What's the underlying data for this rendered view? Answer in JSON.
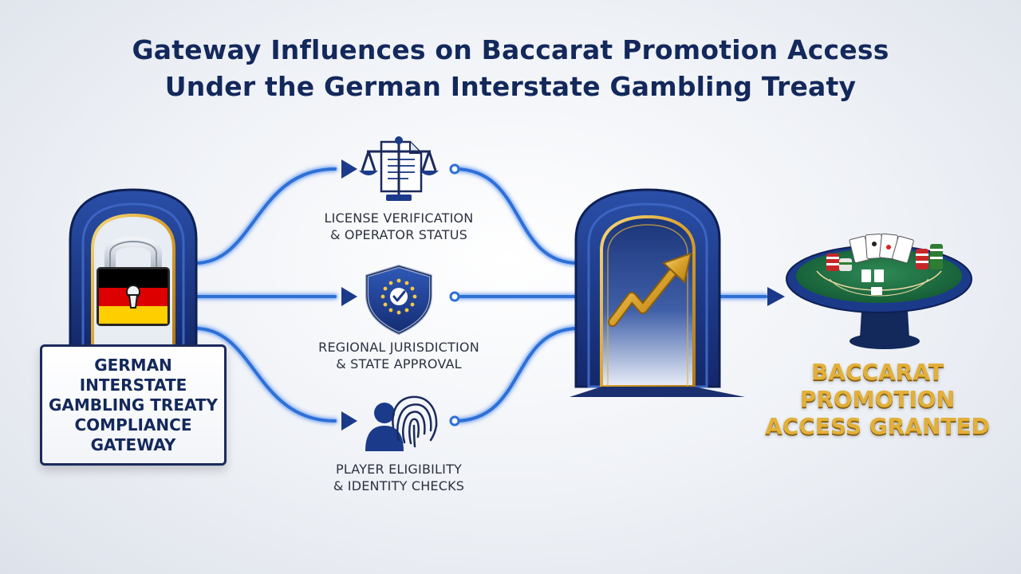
{
  "title": {
    "line1": "Gateway Influences on Baccarat Promotion Access",
    "line2": "Under the German Interstate Gambling Treaty"
  },
  "gateway": {
    "lines": [
      "GERMAN",
      "INTERSTATE",
      "GAMBLING TREATY",
      "COMPLIANCE",
      "GATEWAY"
    ],
    "flag_colors": [
      "#000000",
      "#dd0000",
      "#ffce00"
    ],
    "icon": "padlock-icon"
  },
  "steps": [
    {
      "lines": [
        "LICENSE VERIFICATION",
        "& OPERATOR STATUS"
      ],
      "icon": "scales-document-icon"
    },
    {
      "lines": [
        "REGIONAL JURISDICTION",
        "& STATE APPROVAL"
      ],
      "icon": "eu-shield-icon"
    },
    {
      "lines": [
        "PLAYER ELIGIBILITY",
        "& IDENTITY CHECKS"
      ],
      "icon": "fingerprint-user-icon"
    }
  ],
  "result": {
    "lines": [
      "BACCARAT",
      "PROMOTION",
      "ACCESS GRANTED"
    ],
    "icon": "baccarat-table-icon"
  },
  "colors": {
    "navy": "#13285b",
    "flow_blue": "#2f6fd6",
    "gold": "#e2b03a"
  }
}
